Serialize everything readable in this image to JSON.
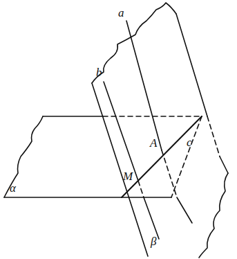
{
  "diagram": {
    "labels": [
      "a",
      "b",
      "A",
      "M",
      "c",
      "α",
      "β"
    ]
  }
}
